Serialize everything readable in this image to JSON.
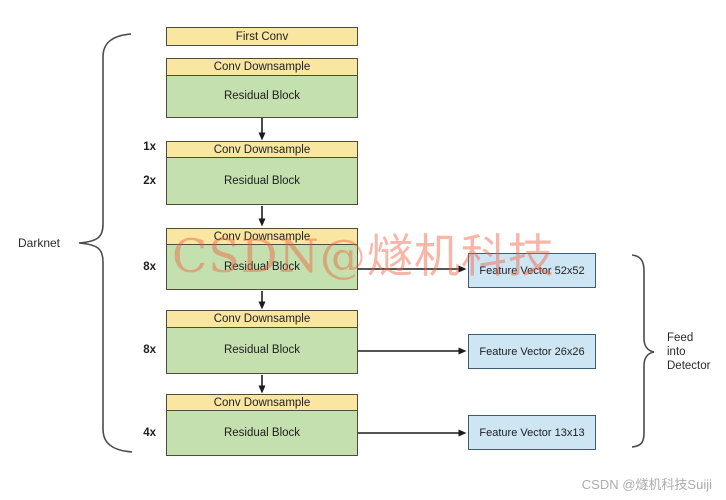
{
  "diagram": {
    "first_conv": "First Conv",
    "darknet_label": "Darknet",
    "blocks": [
      {
        "multiplier": "1x",
        "header": "Conv Downsample",
        "body": "Residual Block"
      },
      {
        "multiplier": "2x",
        "header": "Conv Downsample",
        "body": "Residual Block"
      },
      {
        "multiplier": "8x",
        "header": "Conv Downsample",
        "body": "Residual Block"
      },
      {
        "multiplier": "8x",
        "header": "Conv Downsample",
        "body": "Residual Block"
      },
      {
        "multiplier": "4x",
        "header": "Conv Downsample",
        "body": "Residual Block"
      }
    ],
    "feature_vectors": [
      {
        "label": "Feature Vector 52x52"
      },
      {
        "label": "Feature Vector 26x26"
      },
      {
        "label": "Feature Vector 13x13"
      }
    ],
    "feed_label_lines": [
      "Feed",
      "into",
      "Detector"
    ],
    "watermark_center": "CSDN@燧机科技",
    "watermark_corner": "CSDN @燧机科技Suiji",
    "colors": {
      "yellow_fill": "#F9E6A1",
      "green_fill": "#C4E0AF",
      "blue_fill": "#CEE6F4",
      "box_border": "#4D4B3A",
      "blue_border": "#3E5D73",
      "arrow": "#1C1C1C",
      "brace": "#4B4B4B",
      "watermark_red": "#F0603F",
      "watermark_gray": "#ACACAC"
    }
  }
}
